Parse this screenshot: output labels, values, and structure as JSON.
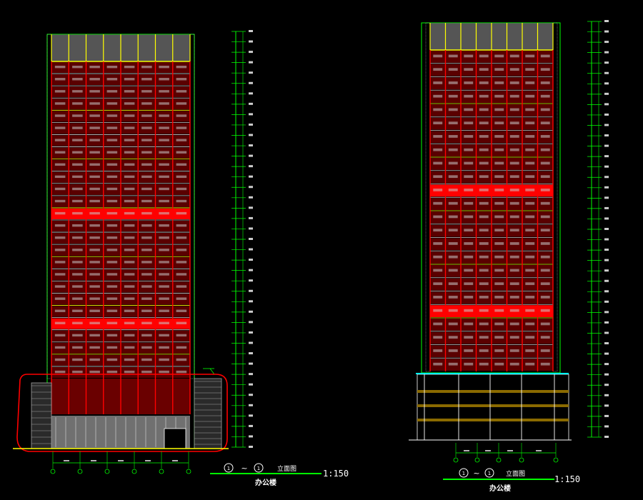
{
  "drawings": [
    {
      "id": "left",
      "axis_from": "1",
      "axis_tilde": "~",
      "axis_to": "1",
      "view_label": "立面图",
      "scale_label": "1:150",
      "building_label": "办公楼"
    },
    {
      "id": "right",
      "axis_from": "1",
      "axis_tilde": "~",
      "axis_to": "1",
      "view_label": "立面图",
      "scale_label": "1:150",
      "building_label": "办公楼"
    }
  ],
  "colors": {
    "background": "#000000",
    "grid_green": "#00ff00",
    "facade_red": "#ff0000",
    "mullion_white": "#c8c8c8",
    "roof_yellow": "#ffff00",
    "cloud_red": "#ff0000",
    "base_gray": "#a0a0a0",
    "ground_blue": "#00ffff"
  }
}
